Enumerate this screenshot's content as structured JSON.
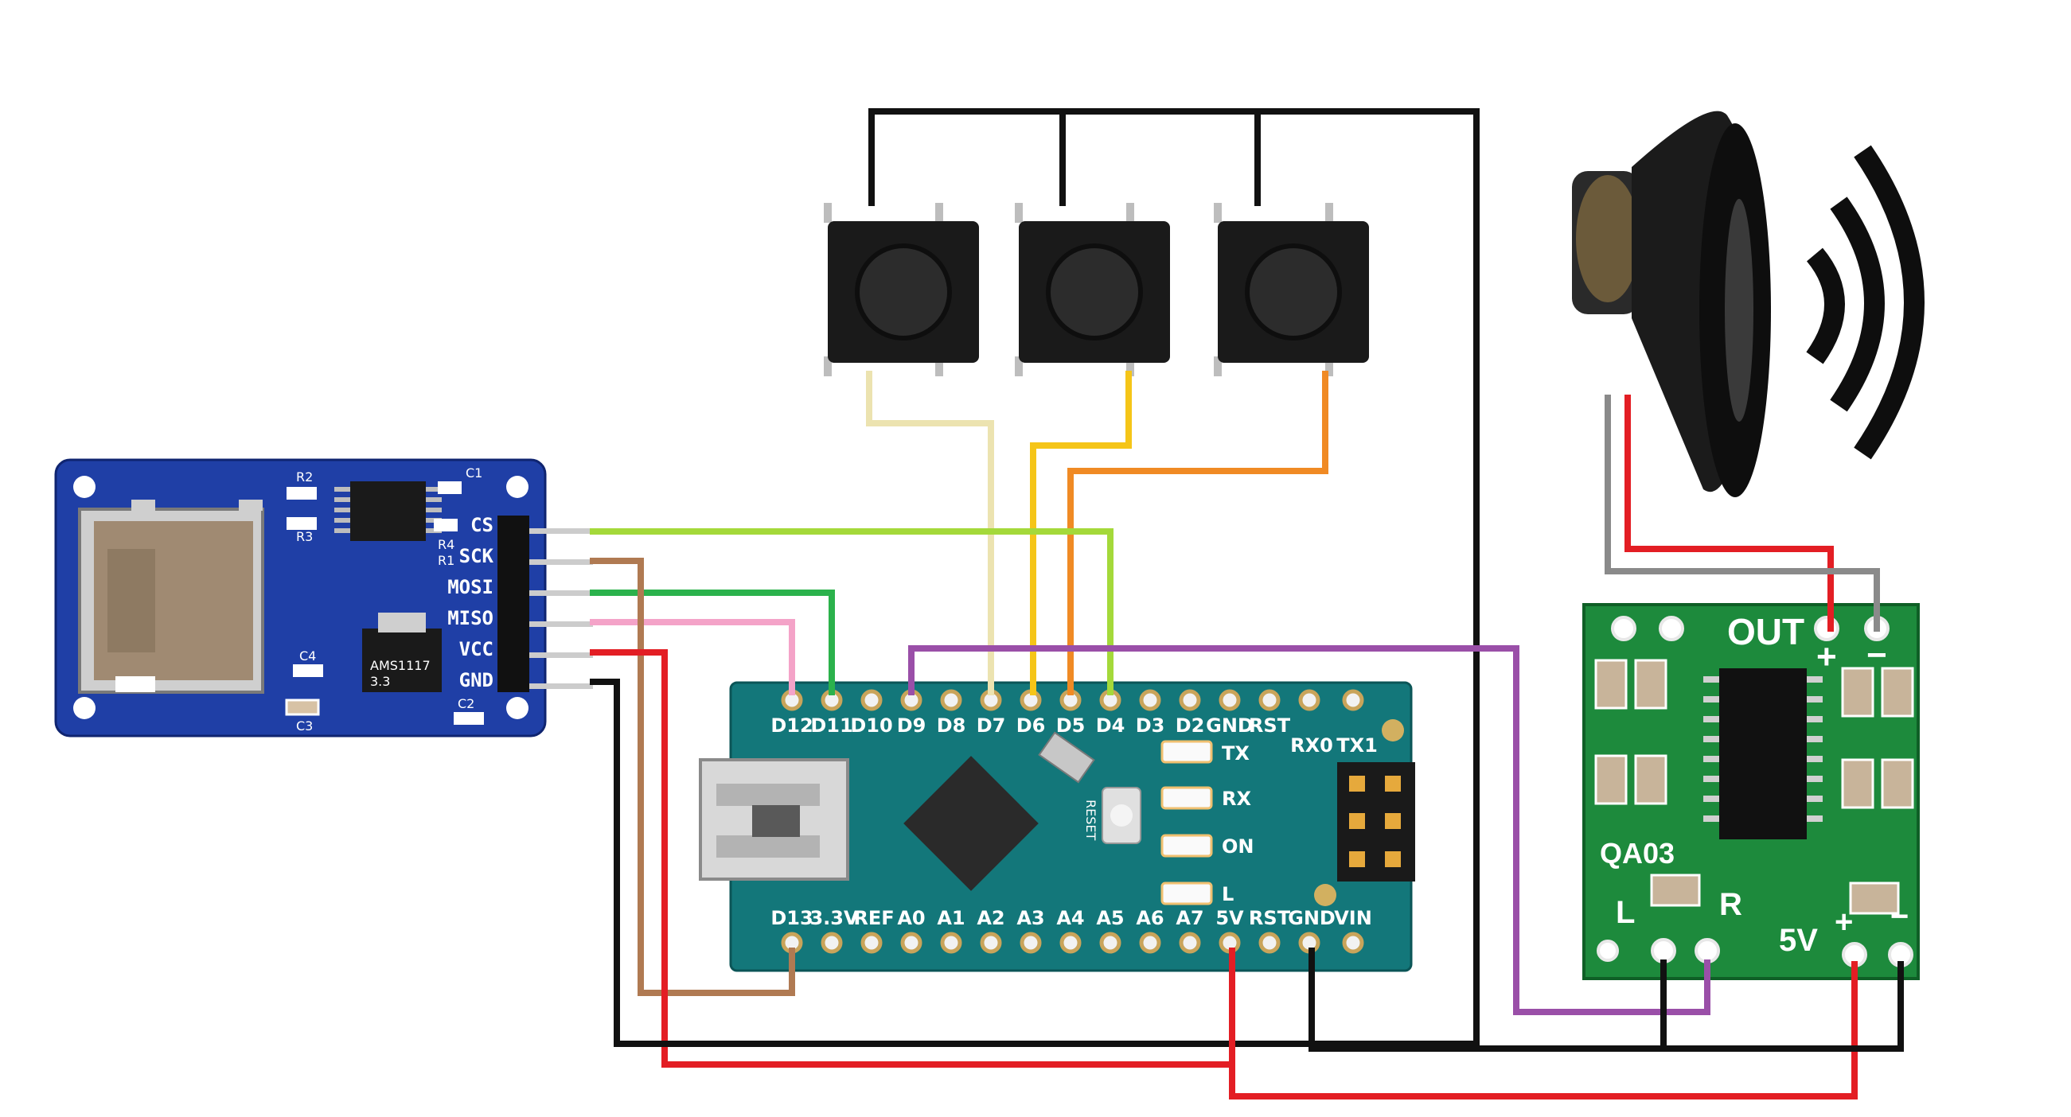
{
  "colors": {
    "black_wire": "#111111",
    "red_wire": "#e31e24",
    "brown_wire": "#b07a52",
    "pink_wire": "#f4a3c8",
    "green_wire": "#2bb24c",
    "lime_wire": "#a4d93a",
    "purple_wire": "#9a4fa8",
    "cream_wire": "#ece3b0",
    "yellow_wire": "#f5c518",
    "orange_wire": "#f08a24",
    "gray_wire": "#8a8a8a",
    "sd_board": "#1f3fa6",
    "nano_board": "#13777a",
    "amp_board": "#1d8a3c"
  },
  "sd_module": {
    "pins": [
      "CS",
      "SCK",
      "MOSI",
      "MISO",
      "VCC",
      "GND"
    ],
    "silkscreen": [
      "R2",
      "C1",
      "R3",
      "R4",
      "R1",
      "C4",
      "C3",
      "C2",
      "AMS1117",
      "3.3"
    ]
  },
  "nano": {
    "top_pins": [
      "D12",
      "D11",
      "D10",
      "D9",
      "D8",
      "D7",
      "D6",
      "D5",
      "D4",
      "D3",
      "D2",
      "GND",
      "RST",
      "RX0",
      "TX1"
    ],
    "bottom_pins": [
      "D13",
      "3.3V",
      "REF",
      "A0",
      "A1",
      "A2",
      "A3",
      "A4",
      "A5",
      "A6",
      "A7",
      "5V",
      "RST",
      "GND",
      "VIN"
    ],
    "leds": [
      "TX",
      "RX",
      "ON",
      "L"
    ],
    "reset_label": "RESET"
  },
  "amplifier": {
    "out_label": "OUT",
    "model": "QA03",
    "left_label": "L",
    "right_label": "R",
    "power_label": "5V",
    "plus": "+",
    "minus": "−"
  },
  "buttons": [
    "button-1",
    "button-2",
    "button-3"
  ],
  "icons": {
    "speaker": "speaker-icon",
    "sound_waves": "sound-waves-icon",
    "sd_card": "sd-card-icon",
    "usb": "usb-port-icon",
    "chip": "microcontroller-chip-icon"
  }
}
